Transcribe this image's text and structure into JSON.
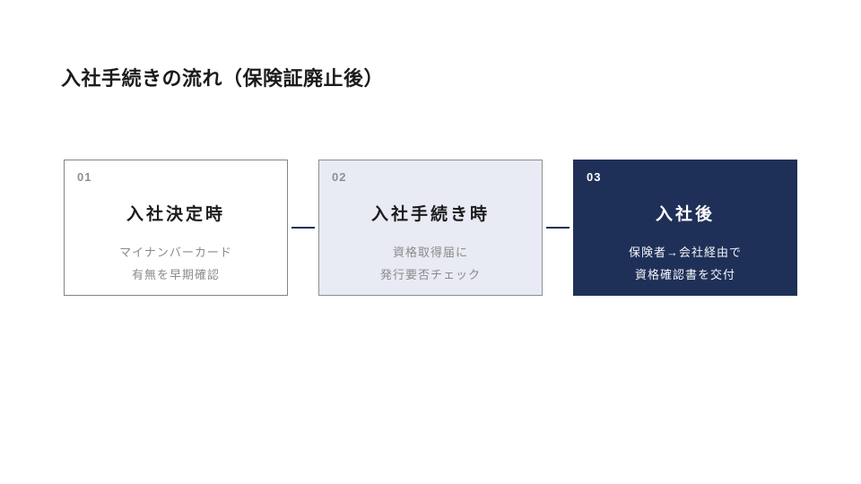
{
  "page": {
    "title": "入社手続きの流れ（保険証廃止後）"
  },
  "colors": {
    "accent_navy": "#1F3058",
    "light_step_background": "#E8EAF4",
    "muted_text": "#8b8b8b",
    "box_border": "#848484",
    "heading_text": "#1b1b1b"
  },
  "steps": [
    {
      "number": "01",
      "title": "入社決定時",
      "body_line1": "マイナンバーカード",
      "body_line2": "有無を早期確認",
      "variant": "white"
    },
    {
      "number": "02",
      "title": "入社手続き時",
      "body_line1": "資格取得届に",
      "body_line2": "発行要否チェック",
      "variant": "light"
    },
    {
      "number": "03",
      "title": "入社後",
      "body_line1": "保険者→会社経由で",
      "body_line2": "資格確認書を交付",
      "variant": "dark"
    }
  ]
}
